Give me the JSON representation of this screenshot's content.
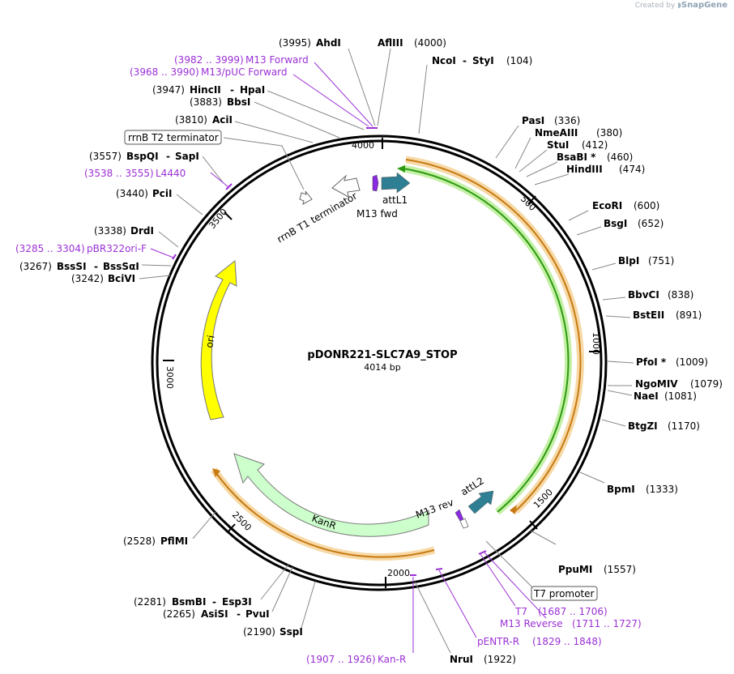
{
  "credit": {
    "prefix": "Created by",
    "brand": "SnapGene"
  },
  "plasmid": {
    "name": "pDONR221-SLC7A9_STOP",
    "length": 4014,
    "length_label": "4014 bp"
  },
  "ticks": [
    "500",
    "1000",
    "1500",
    "2000",
    "2500",
    "3000",
    "3500",
    "4000"
  ],
  "sites": [
    {
      "name": "AhdI",
      "pos": "(3995)"
    },
    {
      "name": "AflIII",
      "pos": "(4000)"
    },
    {
      "name": "NcoI",
      "name2": "StyI",
      "pos": "(104)"
    },
    {
      "name": "PasI",
      "pos": "(336)"
    },
    {
      "name": "NmeAIII",
      "pos": "(380)"
    },
    {
      "name": "StuI",
      "pos": "(412)"
    },
    {
      "name": "BsaBI *",
      "pos": "(460)"
    },
    {
      "name": "HindIII",
      "pos": "(474)"
    },
    {
      "name": "EcoRI",
      "pos": "(600)"
    },
    {
      "name": "BsgI",
      "pos": "(652)"
    },
    {
      "name": "BlpI",
      "pos": "(751)"
    },
    {
      "name": "BbvCI",
      "pos": "(838)"
    },
    {
      "name": "BstEII",
      "pos": "(891)"
    },
    {
      "name": "PfoI *",
      "pos": "(1009)"
    },
    {
      "name": "NgoMIV",
      "pos": "(1079)"
    },
    {
      "name": "NaeI",
      "pos": "(1081)"
    },
    {
      "name": "BtgZI",
      "pos": "(1170)"
    },
    {
      "name": "BpmI",
      "pos": "(1333)"
    },
    {
      "name": "PpuMI",
      "pos": "(1557)"
    },
    {
      "name": "NruI",
      "pos": "(1922)"
    },
    {
      "name": "SspI",
      "pos": "(2190)"
    },
    {
      "name": "AsiSI",
      "name2": "PvuI",
      "pos": "(2265)"
    },
    {
      "name": "BsmBI",
      "name2": "Esp3I",
      "pos": "(2281)"
    },
    {
      "name": "PflMI",
      "pos": "(2528)"
    },
    {
      "name": "BciVI",
      "pos": "(3242)"
    },
    {
      "name": "BssSI",
      "name2": "BssSαI",
      "pos": "(3267)"
    },
    {
      "name": "DrdI",
      "pos": "(3338)"
    },
    {
      "name": "PciI",
      "pos": "(3440)"
    },
    {
      "name": "BspQI",
      "name2": "SapI",
      "pos": "(3557)"
    },
    {
      "name": "AciI",
      "pos": "(3810)"
    },
    {
      "name": "BbsI",
      "pos": "(3883)"
    },
    {
      "name": "HincII",
      "name2": "HpaI",
      "pos": "(3947)"
    }
  ],
  "primers": [
    {
      "range": "(3982 .. 3999)",
      "name": "M13 Forward"
    },
    {
      "range": "(3968 .. 3990)",
      "name": "M13/pUC Forward"
    },
    {
      "range": "(3538 .. 3555)",
      "name": "L4440"
    },
    {
      "range": "(3285 .. 3304)",
      "name": "pBR322ori-F"
    },
    {
      "range": "(1687 .. 1706)",
      "name": "T7"
    },
    {
      "range": "(1711 .. 1727)",
      "name": "M13 Reverse"
    },
    {
      "range": "(1829 .. 1848)",
      "name": "pENTR-R"
    },
    {
      "range": "(1907 .. 1926)",
      "name": "Kan-R"
    }
  ],
  "boxed_labels": [
    "rrnB T2 terminator",
    "T7 promoter"
  ],
  "features": [
    "attL1",
    "M13 fwd",
    "rrnB T1 terminator",
    "ori",
    "KanR",
    "M13 rev",
    "attL2"
  ],
  "colors": {
    "attl": "#2e7f93",
    "m13": "#8a2be2",
    "ori": "#ffff00",
    "kanr": "#ccffcc",
    "orange": "#c87a12",
    "orange_glow": "#f6d9a6",
    "green": "#2c9a10",
    "green_glow": "#c4f0a6",
    "primer": "#9b30d6",
    "line": "#888888"
  }
}
